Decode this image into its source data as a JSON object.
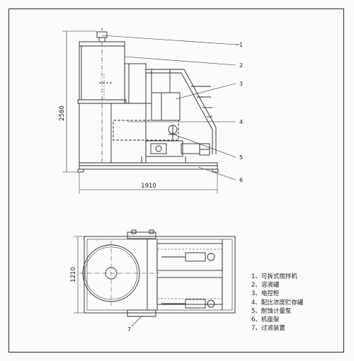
{
  "dimensions": {
    "height_side": "2580",
    "width_side": "1910",
    "depth_plan": "1210"
  },
  "callouts": [
    "1",
    "2",
    "3",
    "4",
    "5",
    "6",
    "7"
  ],
  "legend": [
    "1、可拆式搅拌机",
    "2、溶液罐",
    "3、电控柜",
    "4、配比浓度贮存罐",
    "5、耐蚀计量泵",
    "6、机座架",
    "7、过滤装置"
  ]
}
